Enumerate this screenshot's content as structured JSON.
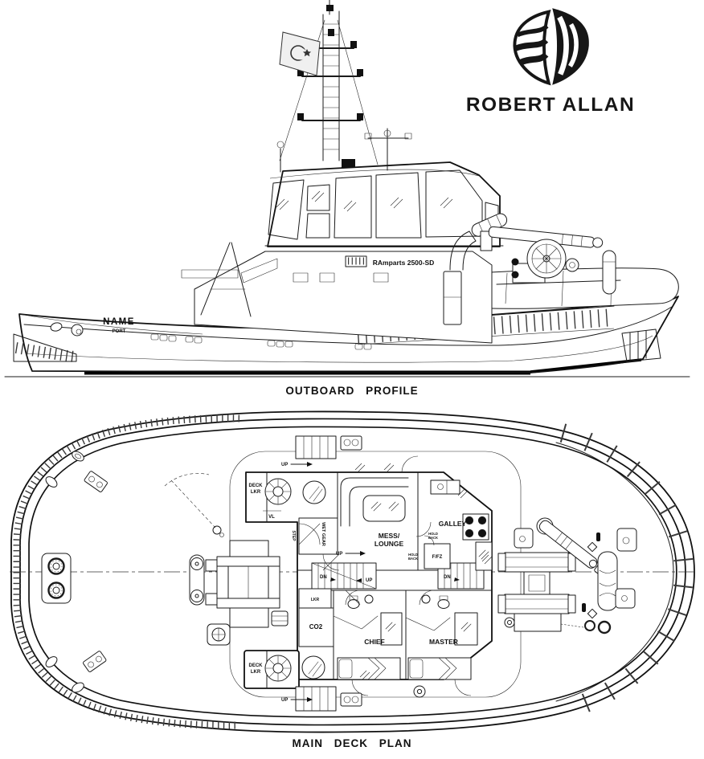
{
  "branding": {
    "company": "ROBERT ALLAN"
  },
  "profile_view": {
    "caption": "OUTBOARD PROFILE",
    "vessel_name": "NAME",
    "vessel_port": "PORT",
    "class_label": "RAmparts 2500-SD"
  },
  "deck_plan_view": {
    "caption": "MAIN DECK PLAN",
    "labels": {
      "deck_lkr_fwd_line1": "DECK",
      "deck_lkr_fwd_line2": "LKR",
      "deck_lkr_aft_line1": "DECK",
      "deck_lkr_aft_line2": "LKR",
      "vl": "VL",
      "step": "STEP",
      "wet_gear": "WET GEAR",
      "mess_line1": "MESS/",
      "mess_line2": "LOUNGE",
      "galley": "GALLEY",
      "f_fz": "F/FZ",
      "hold_back_1_line1": "HOLD",
      "hold_back_1_line2": "BACK",
      "hold_back_2_line1": "HOLD",
      "hold_back_2_line2": "BACK",
      "up_exterior_fwd": "UP",
      "up_mess": "UP",
      "up_stair": "UP",
      "up_exterior_aft": "UP",
      "dn_stair_left": "DN",
      "dn_stair_right": "DN",
      "lkr": "LKR",
      "co2": "CO2",
      "chief": "CHIEF",
      "master": "MASTER"
    }
  }
}
